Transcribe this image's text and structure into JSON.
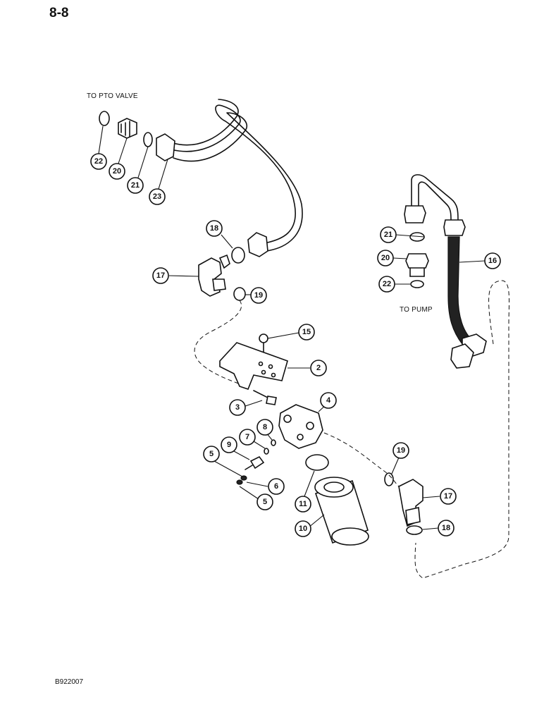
{
  "page_number": "8-8",
  "figure_code": "B922007",
  "labels": {
    "to_pto_valve": "TO PTO VALVE",
    "to_pump": "TO PUMP"
  },
  "callouts": [
    "22",
    "20",
    "21",
    "23",
    "18",
    "17",
    "19",
    "21",
    "20",
    "16",
    "22",
    "15",
    "2",
    "3",
    "4",
    "8",
    "7",
    "9",
    "5",
    "6",
    "5",
    "11",
    "10",
    "19",
    "17",
    "18"
  ]
}
